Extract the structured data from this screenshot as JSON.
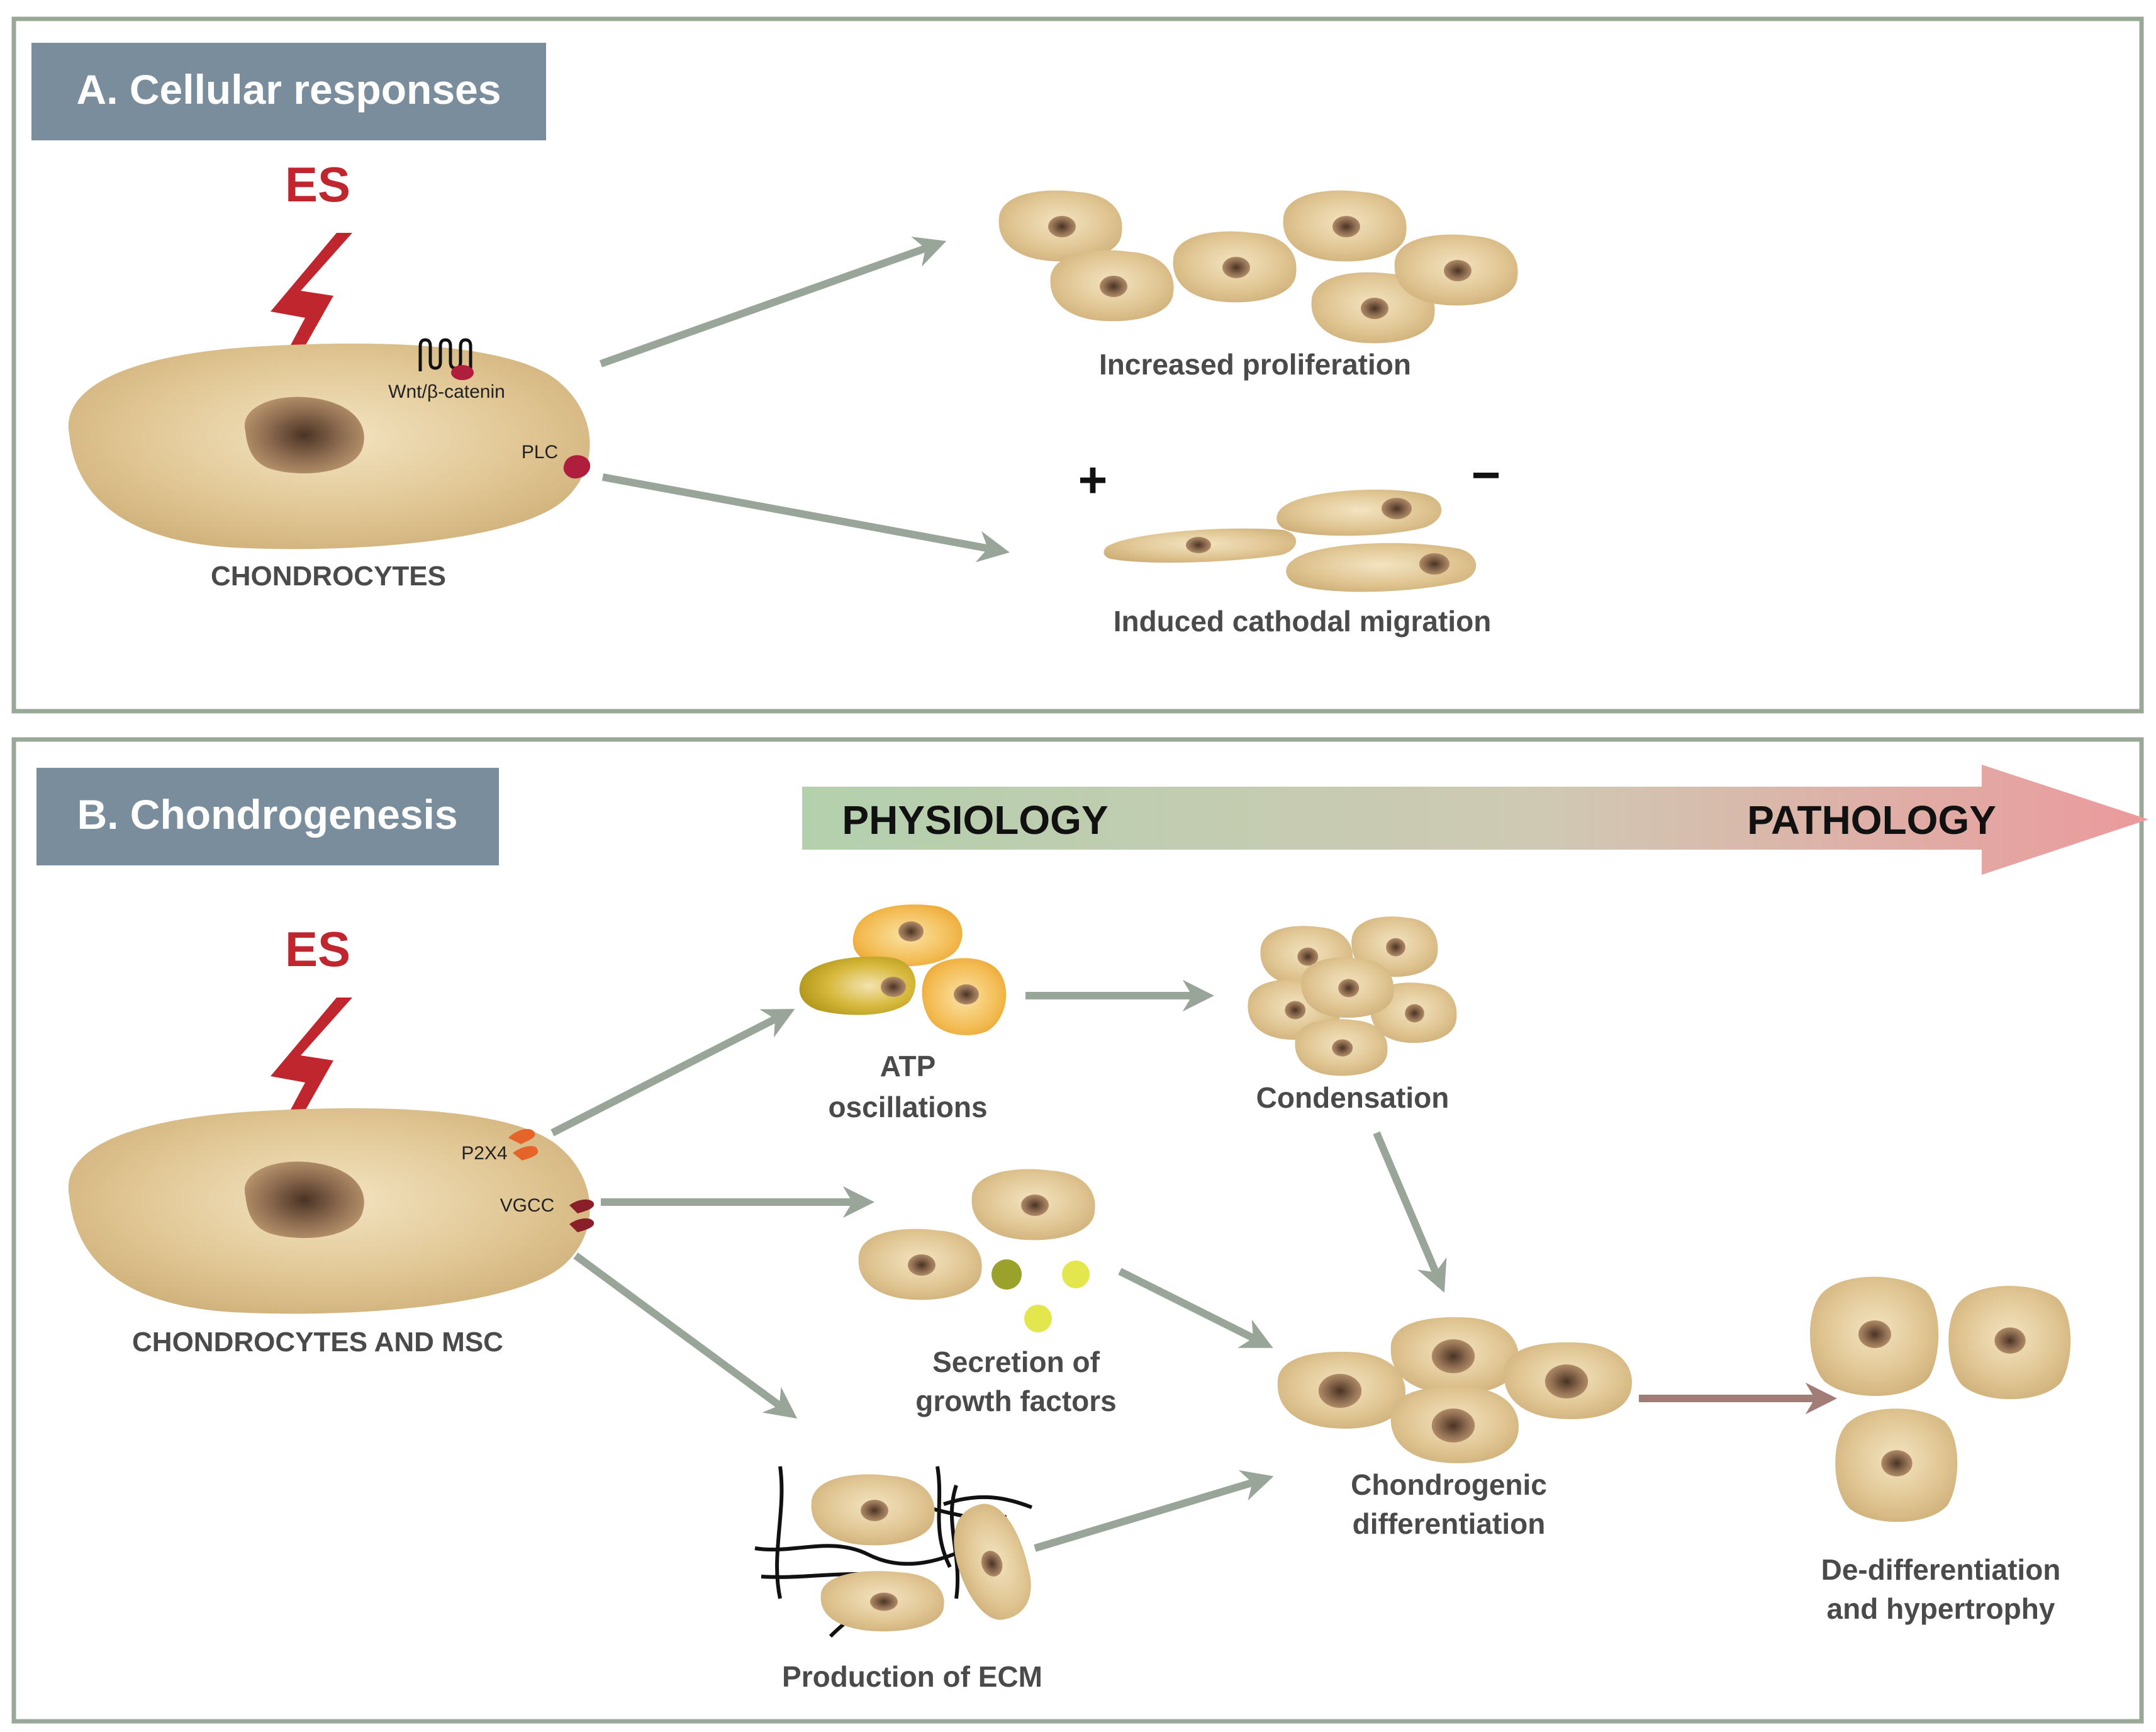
{
  "panelA": {
    "title": "A. Cellular responses",
    "stimulus": "ES",
    "cell_label": "CHONDROCYTES",
    "receptor1": "Wnt/β-catenin",
    "receptor2": "PLC",
    "outcome1": "Increased  proliferation",
    "outcome2": "Induced cathodal migration",
    "plus": "+",
    "minus": "−"
  },
  "panelB": {
    "title": "B. Chondrogenesis",
    "stimulus": "ES",
    "cell_label": "CHONDROCYTES AND MSC",
    "receptor1": "P2X4",
    "receptor2": "VGCC",
    "gradient_left": "PHYSIOLOGY",
    "gradient_right": "PATHOLOGY",
    "atp_line1": "ATP",
    "atp_line2": "oscillations",
    "condensation": "Condensation",
    "secretion_line1": "Secretion of",
    "secretion_line2": "growth factors",
    "ecm": "Production of ECM",
    "chondro_line1": "Chondrogenic",
    "chondro_line2": "differentiation",
    "dediff_line1": "De-differentiation",
    "dediff_line2": "and hypertrophy"
  },
  "colors": {
    "panel_border": "#9aa89a",
    "title_box": "#7a8d9c",
    "stimulus": "#c0262d",
    "arrow": "#98a598",
    "arrow_pathology": "#a27d78",
    "cell_fill": "#dcc08c",
    "physiology": "#b7d1b1",
    "pathology": "#e79a9c"
  }
}
